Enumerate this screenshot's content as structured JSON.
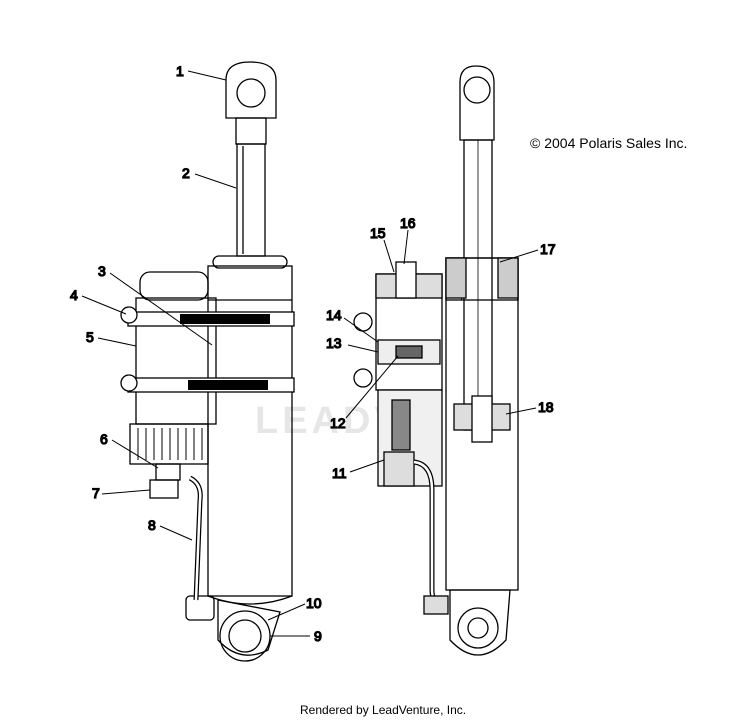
{
  "copyright": "© 2004 Polaris Sales Inc.",
  "credit": "Rendered by LeadVenture, Inc.",
  "watermark": "LEADV",
  "callouts": [
    "1",
    "2",
    "3",
    "4",
    "5",
    "6",
    "7",
    "8",
    "9",
    "10",
    "11",
    "12",
    "13",
    "14",
    "15",
    "16",
    "17",
    "18"
  ]
}
